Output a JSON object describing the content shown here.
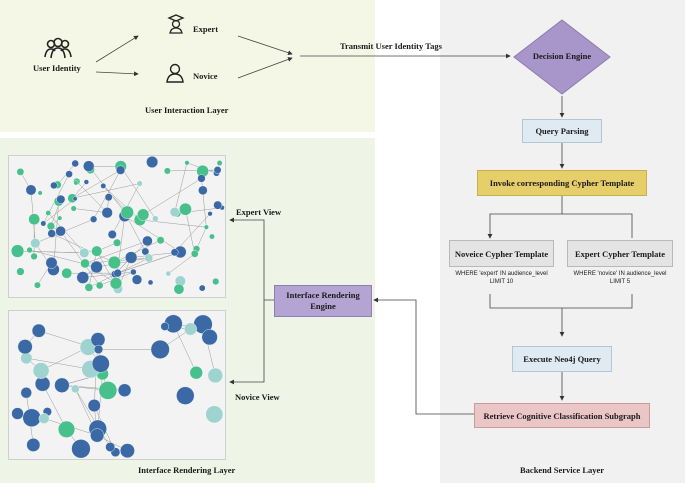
{
  "user_layer": {
    "title": "User Interaction Layer",
    "user_identity": "User Identity",
    "expert": "Expert",
    "novice": "Novice",
    "transmit": "Transmit User Identity Tags"
  },
  "backend": {
    "title": "Backend Service Layer",
    "decision_engine": "Decision Engine",
    "query_parsing": "Query Parsing",
    "invoke": "Invoke corresponding Cypher Template",
    "novice_template": "Noveice Cypher Template",
    "novice_where": "WHERE 'expert' IN audience_level",
    "novice_limit": "LIMIT 10",
    "expert_template": "Expert Cypher Template",
    "expert_where": "WHERE 'novice' IN audience_level",
    "expert_limit": "LIMIT 5",
    "execute": "Execute Neo4j Query",
    "retrieve": "Retrieve Cognitive Classification Subgraph"
  },
  "render_layer": {
    "title": "Interface Rendering Layer",
    "engine": "Interface Rendering Engine",
    "expert_view": "Expert View",
    "novice_view": "Novice View"
  },
  "colors": {
    "decision_engine": "#a895c9",
    "query_parsing": "#dfeaf2",
    "invoke": "#e6ce6a",
    "template": "#e4e4e4",
    "execute": "#dfeaf2",
    "retrieve": "#ebc6c6",
    "engine": "#b4a4d4",
    "node_blue": "#3a69a6",
    "node_green": "#48c08c",
    "node_light": "#9fd3cf"
  }
}
